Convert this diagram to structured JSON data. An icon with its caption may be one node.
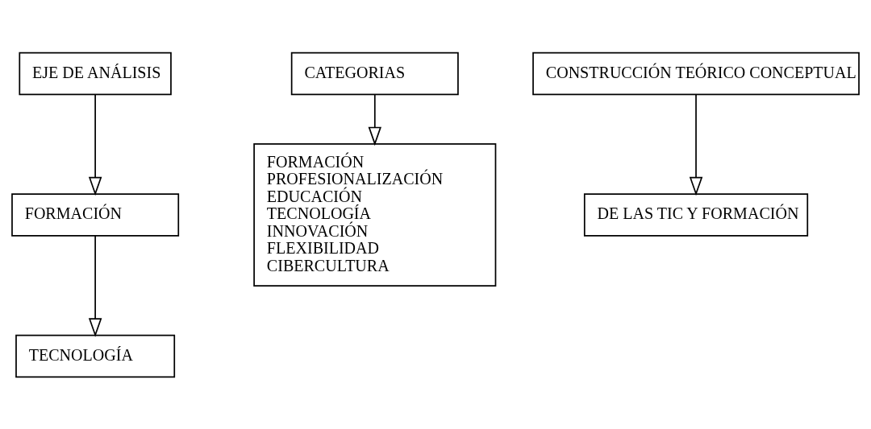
{
  "diagram": {
    "nodes": [
      {
        "text": [
          "EJE DE ANÁLISIS"
        ]
      },
      {
        "text": [
          "CATEGORIAS"
        ]
      },
      {
        "text": [
          "CONSTRUCCIÓN TEÓRICO CONCEPTUAL"
        ]
      },
      {
        "text": [
          "FORMACIÓN"
        ]
      },
      {
        "text": [
          "FORMACIÓN",
          "PROFESIONALIZACIÓN",
          "EDUCACIÓN",
          "TECNOLOGÍA",
          "INNOVACIÓN",
          "FLEXIBILIDAD",
          "CIBERCULTURA"
        ]
      },
      {
        "text": [
          "DE LAS TIC Y FORMACIÓN"
        ]
      },
      {
        "text": [
          "TECNOLOGÍA"
        ]
      }
    ],
    "edges": [
      {
        "from": 0,
        "to": 3,
        "arrow": "to"
      },
      {
        "from": 3,
        "to": 6,
        "arrow": "to"
      },
      {
        "from": 1,
        "to": 4,
        "arrow": "to"
      },
      {
        "from": 2,
        "to": 5,
        "arrow": "to"
      }
    ]
  }
}
